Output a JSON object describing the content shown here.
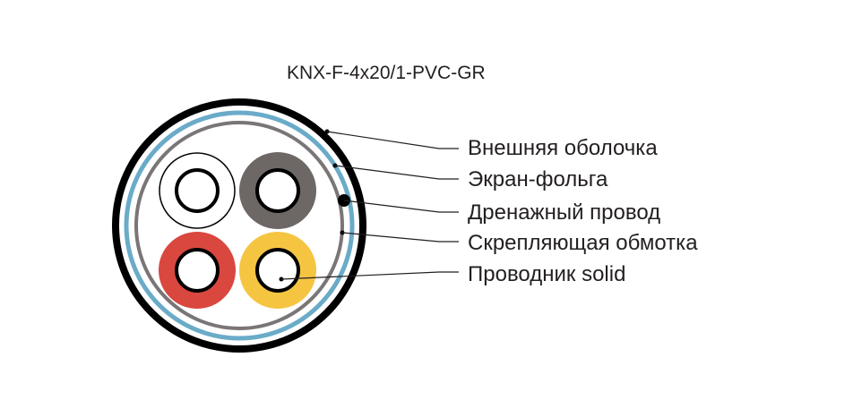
{
  "title": "KNX-F-4x20/1-PVC-GR",
  "labels": {
    "outer_sheath": "Внешняя оболочка",
    "foil_screen": "Экран-фольга",
    "drain_wire": "Дренажный провод",
    "binding_tape": "Скрепляющая обмотка",
    "solid_conductor": "Проводник solid"
  },
  "colors": {
    "outer_sheath": "#000000",
    "foil_screen": "#6aabc8",
    "binding_tape": "#7a7576",
    "drain_wire": "#000000",
    "core_white": "#ffffff",
    "core_gray": "#6d6766",
    "core_red": "#d9473f",
    "core_yellow": "#f5c542",
    "conductor": "#ffffff",
    "text": "#231f20"
  }
}
